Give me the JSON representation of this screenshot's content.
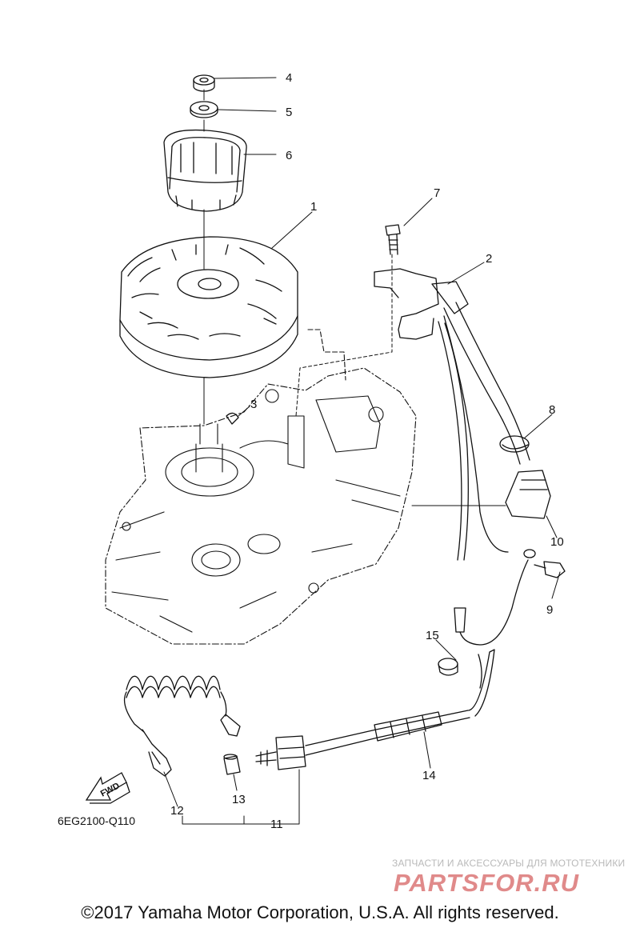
{
  "callouts": {
    "c1": "1",
    "c2": "2",
    "c3": "3",
    "c4": "4",
    "c5": "5",
    "c6": "6",
    "c7": "7",
    "c8": "8",
    "c9": "9",
    "c10": "10",
    "c11": "11",
    "c12": "12",
    "c13": "13",
    "c14": "14",
    "c15": "15"
  },
  "fwd_arrow": {
    "label": "FWD",
    "icon": "fwd-arrow-icon"
  },
  "diagram_code": "6EG2100-Q110",
  "watermark": {
    "tagline": "ЗАПЧАСТИ И АКСЕССУАРЫ ДЛЯ МОТОТЕХНИКИ",
    "logo_text": "PARTSFOR.RU",
    "logo_icon": "partsfor-logo"
  },
  "copyright": "©2017 Yamaha Motor Corporation, U.S.A. All rights reserved.",
  "colors": {
    "line": "#111111",
    "watermark": "#e08a8a",
    "watermark_text": "#b9b9b9"
  }
}
